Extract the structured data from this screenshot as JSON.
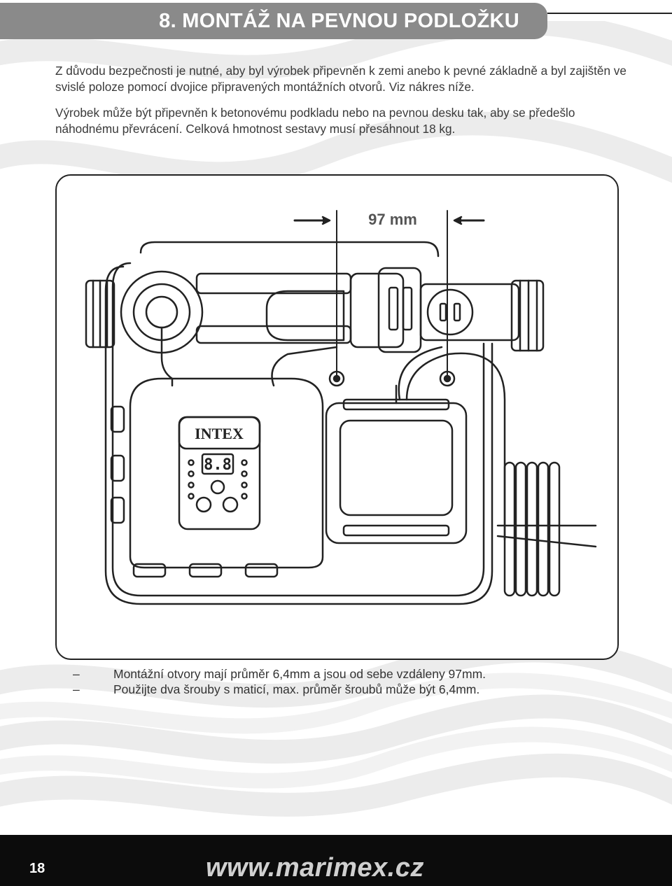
{
  "header": {
    "title": "8. MONTÁŽ NA PEVNOU PODLOŽKU"
  },
  "body": {
    "paragraph_1": "Z důvodu bezpečnosti je nutné, aby byl výrobek připevněn k zemi anebo k pevné základně a byl zajištěn ve svislé poloze pomocí dvojice připravených montážních otvorů. Viz nákres níže.",
    "paragraph_2": "Výrobek může být připevněn k betonovému podkladu nebo na pevnou desku tak, aby se předešlo náhodnému převrácení. Celková hmotnost sestavy musí přesáhnout 18 kg."
  },
  "figure": {
    "dimension_label": "97 mm",
    "brand_label": "INTEX",
    "display_value": "8.8"
  },
  "notes": [
    {
      "dash": "–",
      "text": "Montážní otvory mají průměr 6,4mm a jsou od sebe vzdáleny 97mm."
    },
    {
      "dash": "–",
      "text": "Použijte dva šrouby s maticí, max. průměr šroubů může být 6,4mm."
    }
  ],
  "footer": {
    "page_number": "18",
    "website": "www.marimex.cz"
  },
  "colors": {
    "header_bg": "#8a8a8a",
    "footer_bg": "#0c0c0c",
    "wave_bg": "#ececec"
  }
}
